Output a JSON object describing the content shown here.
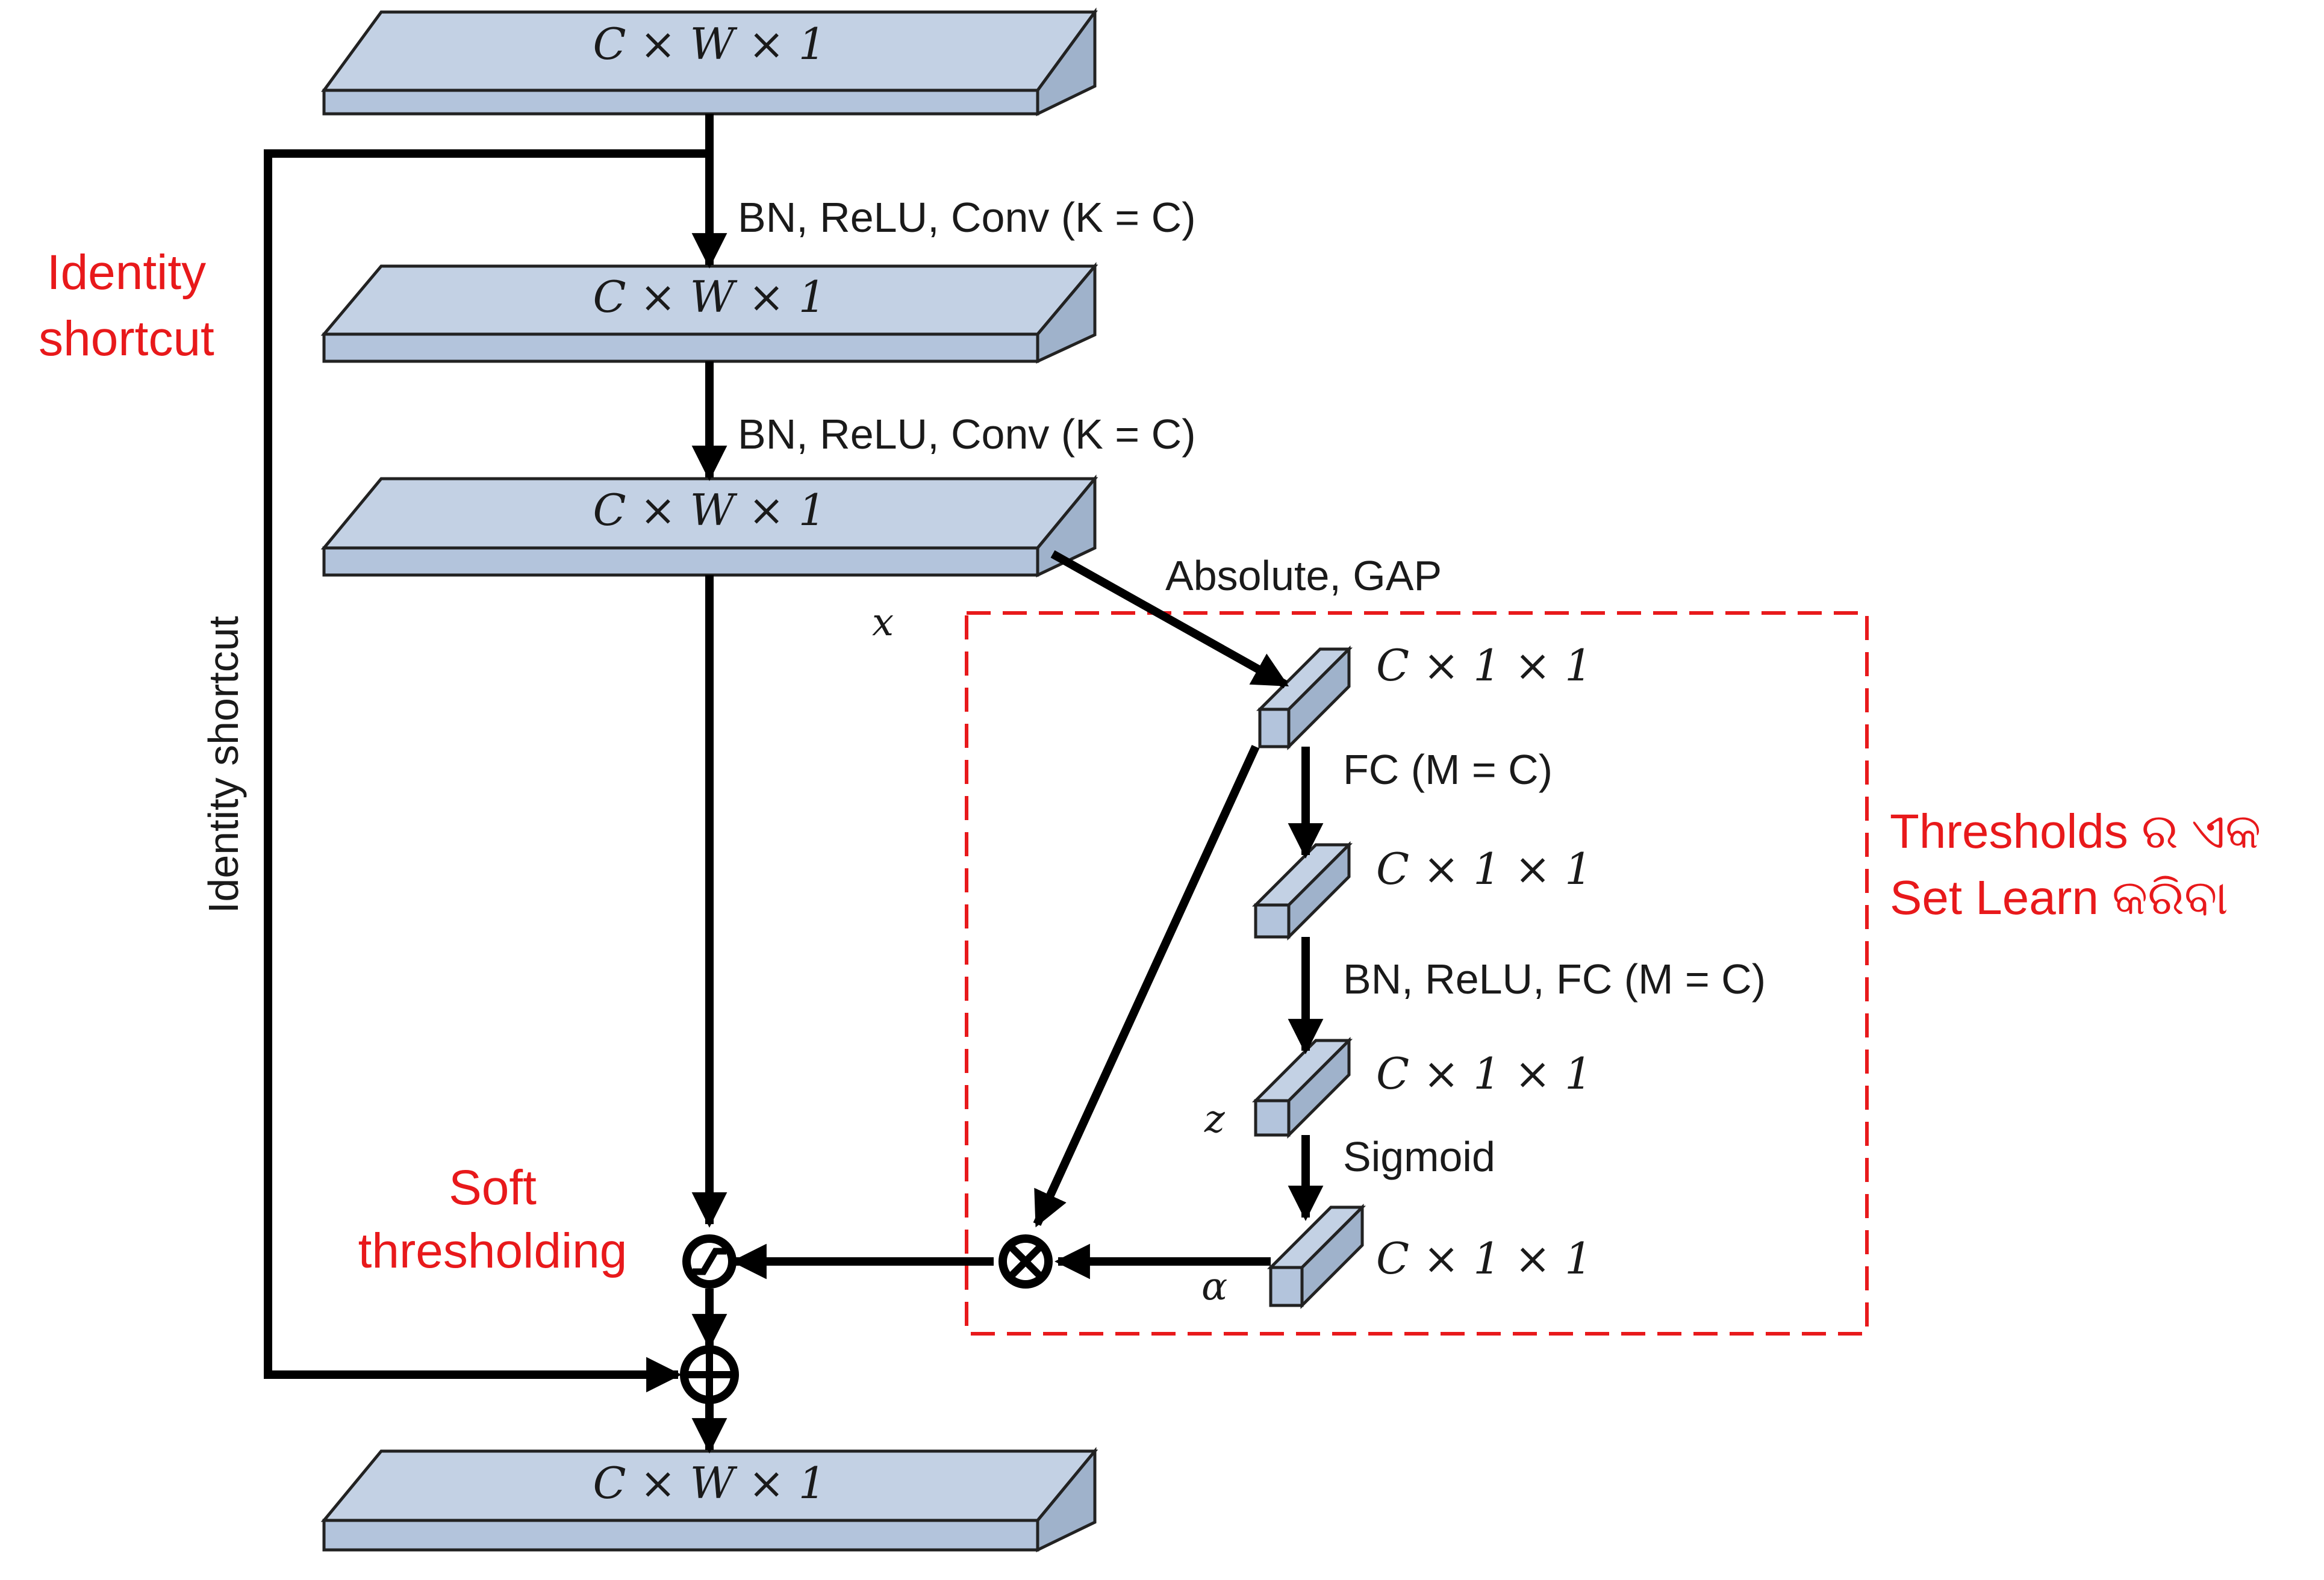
{
  "colors": {
    "block_fill": "#c3d1e4",
    "block_stroke": "#222222",
    "arrow": "#000000",
    "annotation_red": "#e8191b",
    "dashed_box": "#e8191b"
  },
  "blocks": {
    "input": "C × W × 1",
    "after_conv1": "C × W × 1",
    "after_conv2": "C × W × 1",
    "output": "C × W × 1"
  },
  "small_blocks": {
    "gap": "C × 1 × 1",
    "fc1": "C × 1 × 1",
    "fc2": "C × 1 × 1",
    "alpha": "C × 1 × 1"
  },
  "ops": {
    "conv1": "BN, ReLU, Conv (K = C)",
    "conv2": "BN, ReLU, Conv (K = C)",
    "absolute_gap": "Absolute, GAP",
    "fc1": "FC (M = C)",
    "fc2": "BN, ReLU, FC (M = C)",
    "sigmoid": "Sigmoid"
  },
  "variables": {
    "x": "x",
    "z": "z",
    "alpha": "α"
  },
  "annotations": {
    "identity_red_line1": "Identity",
    "identity_red_line2": "shortcut",
    "identity_vertical": "Identity shortcut",
    "soft_line1": "Soft",
    "soft_line2": "thresholding",
    "thresholds_line1": "Thresholds ର ଏକ",
    "thresholds_line2": "Set Learn କରିବା"
  },
  "symbols": {
    "multiply": "icon-circle-times",
    "soft_threshold": "icon-circle-tilde",
    "add": "icon-circle-plus"
  }
}
